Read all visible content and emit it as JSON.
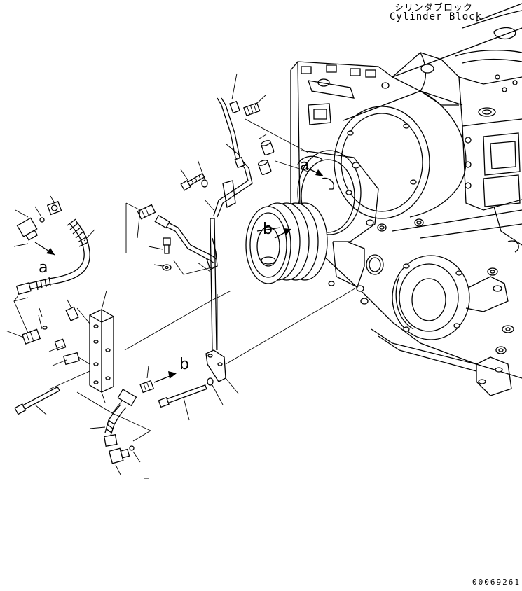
{
  "header": {
    "title_jp": "シリンダブロック",
    "title_en": "Cylinder Block"
  },
  "callouts": {
    "a_lower": "a",
    "b_lower": "b",
    "a_upper": "a",
    "b_upper": "b"
  },
  "footer": {
    "drawing_code": "00069261"
  }
}
